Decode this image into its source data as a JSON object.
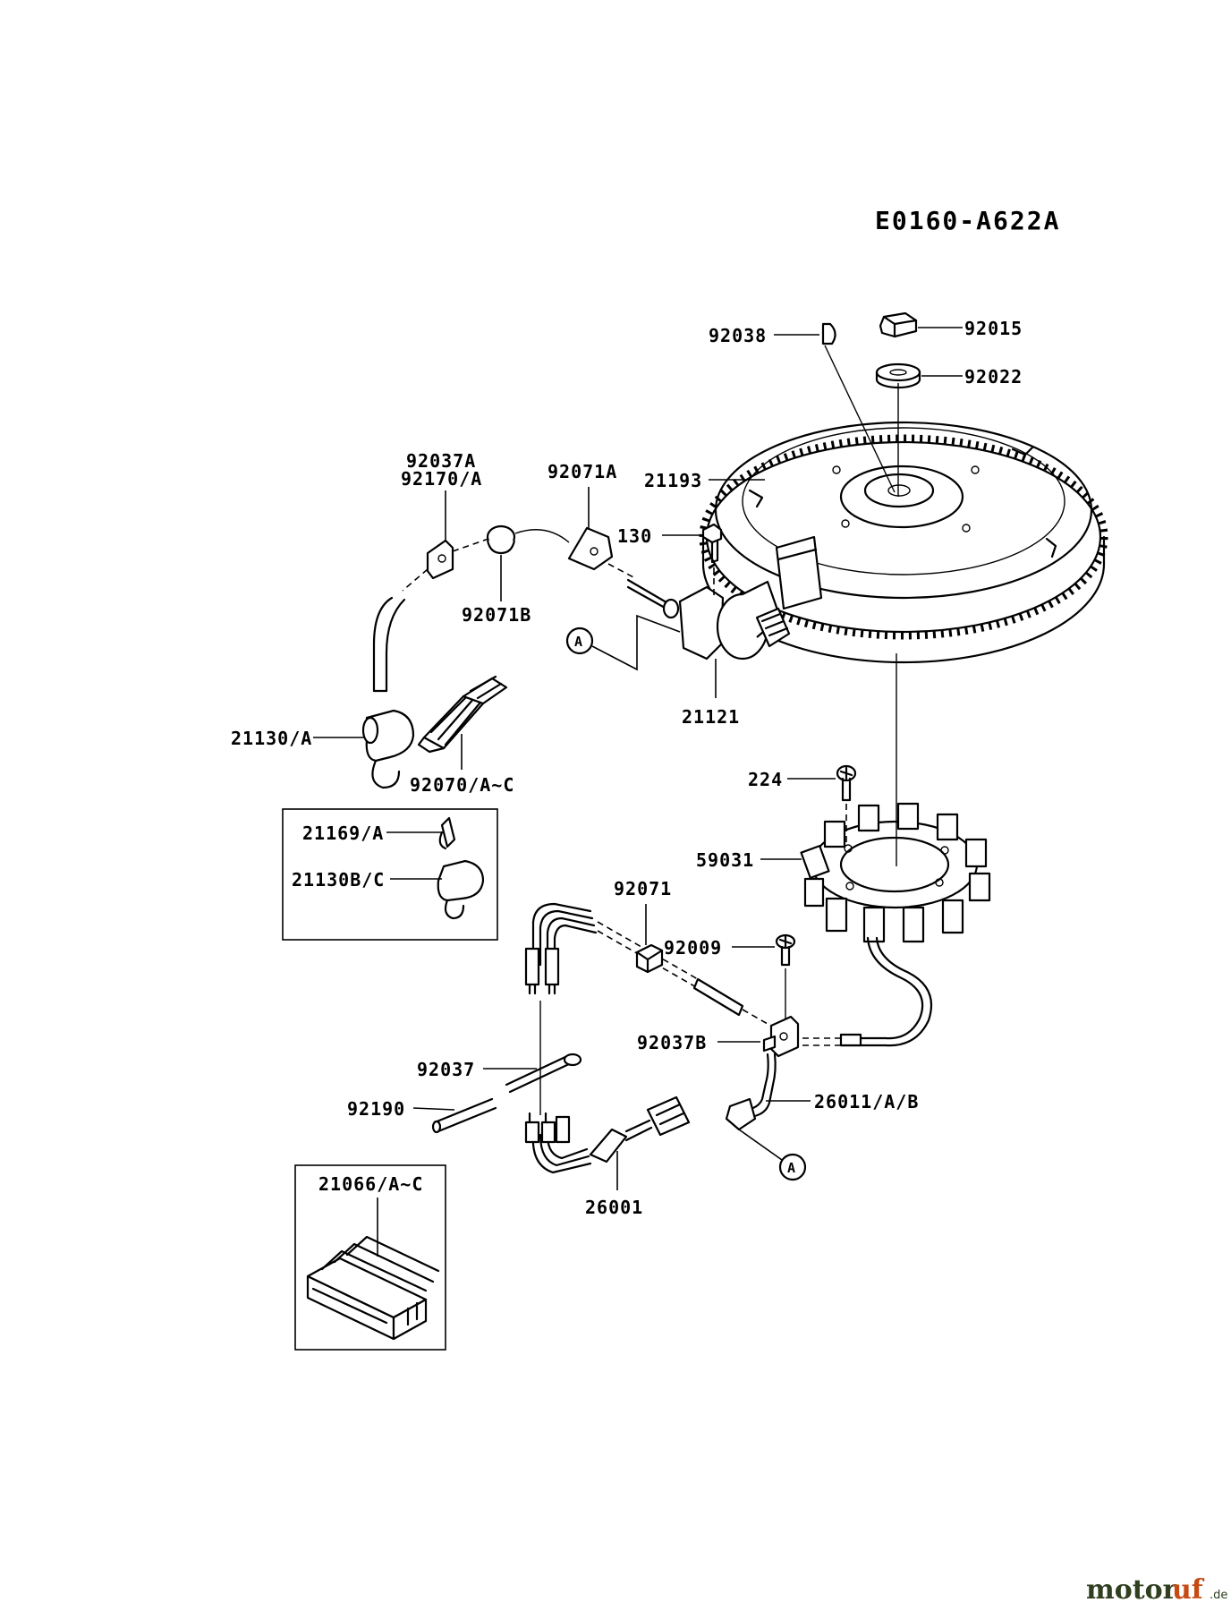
{
  "diagram_code": "E0160-A622A",
  "labels": {
    "p92038": "92038",
    "p92015": "92015",
    "p92022": "92022",
    "p92037A": "92037A",
    "p92170A": "92170/A",
    "p92071A": "92071A",
    "p21193": "21193",
    "p130": "130",
    "p92071B": "92071B",
    "p21121": "21121",
    "p21130A": "21130/A",
    "p92070": "92070/A~C",
    "p224": "224",
    "p21169A": "21169/A",
    "p21130BC": "21130B/C",
    "p59031": "59031",
    "p92071": "92071",
    "p92009": "92009",
    "p92037B": "92037B",
    "p92037": "92037",
    "p92190": "92190",
    "p26011": "26011/A/B",
    "p21066": "21066/A~C",
    "p26001": "26001"
  },
  "callouts": {
    "ref_a_top": "A",
    "ref_a_bottom": "A"
  },
  "watermark": {
    "part1": "motor",
    "part2": "uf",
    "suffix": ".de"
  }
}
